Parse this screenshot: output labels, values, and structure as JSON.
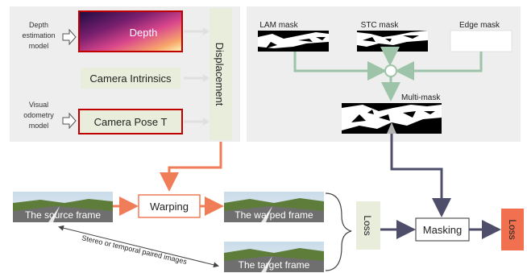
{
  "left_panel": {
    "depth_model_line1": "Depth",
    "depth_model_line2": "estimation",
    "depth_model_line3": "model",
    "depth_label": "Depth",
    "camera_intrinsics": "Camera Intrinsics",
    "vo_line1": "Visual",
    "vo_line2": "odometry",
    "vo_line3": "model",
    "camera_pose": "Camera Pose T",
    "displacement": "Displacement"
  },
  "right_panel": {
    "lam_mask": "LAM mask",
    "stc_mask": "STC mask",
    "edge_mask": "Edge mask",
    "multi_mask": "Multi-mask"
  },
  "pipeline": {
    "source_frame": "The source frame",
    "warping": "Warping",
    "warped_frame": "The warped frame",
    "target_frame": "The target frame",
    "loss_box": "Loss",
    "masking": "Masking",
    "loss_out": "Loss",
    "stereo_note": "Stereo or temporal paired images"
  },
  "colors": {
    "panel_bg": "#eeeeee",
    "label_box_bg": "#e8eddc",
    "red_border": "#c00000",
    "orange_arrow": "#ef7d57",
    "green_arrow": "#9dc3a8",
    "dark_arrow": "#4e4e6a",
    "loss_out_bg": "#f07050"
  }
}
